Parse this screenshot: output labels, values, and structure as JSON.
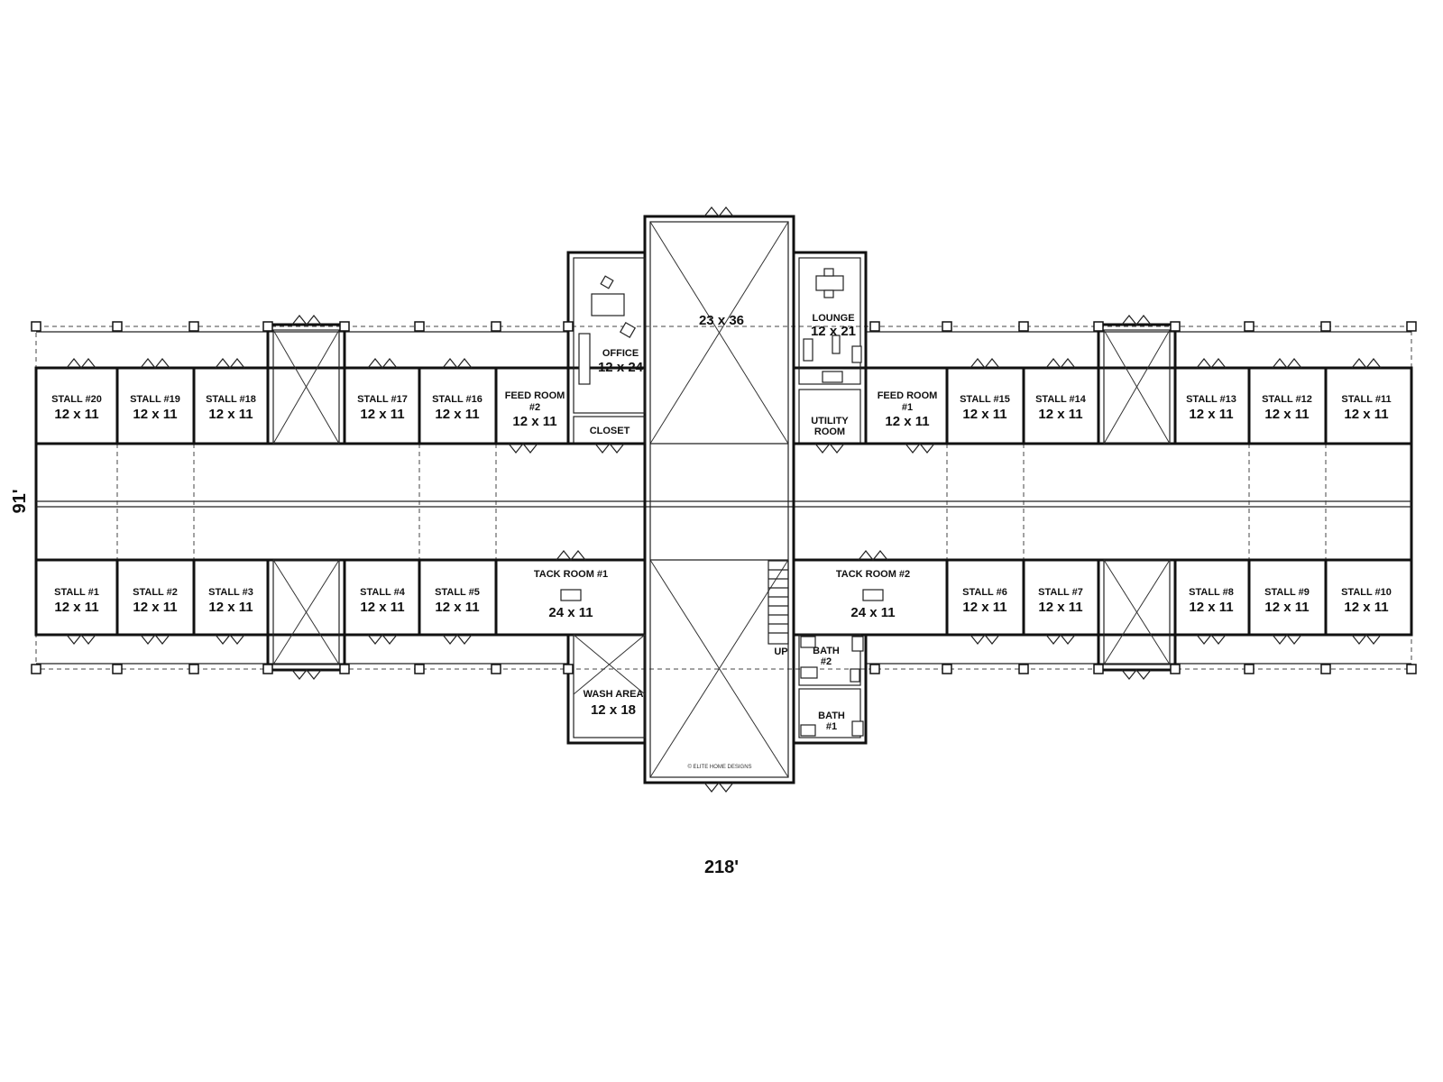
{
  "plan": {
    "overall_width": "218'",
    "overall_depth": "91'",
    "credit": "© ELITE HOME DESIGNS"
  },
  "rooms": {
    "arena": {
      "dim": "23 x 36"
    },
    "office": {
      "name": "OFFICE",
      "dim": "12 x 24"
    },
    "lounge": {
      "name": "LOUNGE",
      "dim": "12 x 21"
    },
    "closet": {
      "name": "CLOSET"
    },
    "utility": {
      "name1": "UTILITY",
      "name2": "ROOM"
    },
    "feed2": {
      "name1": "FEED ROOM",
      "name2": "#2",
      "dim": "12 x 11"
    },
    "feed1": {
      "name1": "FEED ROOM",
      "name2": "#1",
      "dim": "12 x 11"
    },
    "tack1": {
      "name": "TACK ROOM #1",
      "dim": "24 x 11"
    },
    "tack2": {
      "name": "TACK ROOM #2",
      "dim": "24 x 11"
    },
    "wash": {
      "name": "WASH AREA",
      "dim": "12 x 18"
    },
    "bath2": {
      "name1": "BATH",
      "name2": "#2"
    },
    "bath1": {
      "name1": "BATH",
      "name2": "#1"
    },
    "stair": {
      "label": "UP"
    }
  },
  "stalls_top": [
    {
      "name": "STALL #20",
      "dim": "12 x 11"
    },
    {
      "name": "STALL #19",
      "dim": "12 x 11"
    },
    {
      "name": "STALL #18",
      "dim": "12 x 11"
    },
    {
      "name": "STALL #17",
      "dim": "12 x 11"
    },
    {
      "name": "STALL #16",
      "dim": "12 x 11"
    },
    {
      "name": "STALL #15",
      "dim": "12 x 11"
    },
    {
      "name": "STALL #14",
      "dim": "12 x 11"
    },
    {
      "name": "STALL #13",
      "dim": "12 x 11"
    },
    {
      "name": "STALL #12",
      "dim": "12 x 11"
    },
    {
      "name": "STALL #11",
      "dim": "12 x 11"
    }
  ],
  "stalls_bottom": [
    {
      "name": "STALL #1",
      "dim": "12 x 11"
    },
    {
      "name": "STALL #2",
      "dim": "12 x 11"
    },
    {
      "name": "STALL #3",
      "dim": "12 x 11"
    },
    {
      "name": "STALL #4",
      "dim": "12 x 11"
    },
    {
      "name": "STALL #5",
      "dim": "12 x 11"
    },
    {
      "name": "STALL #6",
      "dim": "12 x 11"
    },
    {
      "name": "STALL #7",
      "dim": "12 x 11"
    },
    {
      "name": "STALL #8",
      "dim": "12 x 11"
    },
    {
      "name": "STALL #9",
      "dim": "12 x 11"
    },
    {
      "name": "STALL #10",
      "dim": "12 x 11"
    }
  ]
}
